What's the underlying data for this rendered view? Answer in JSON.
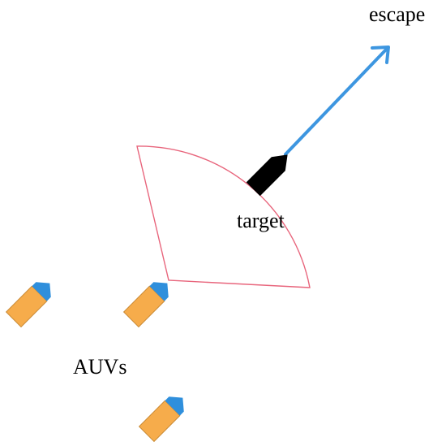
{
  "labels": {
    "escape": "escape",
    "target": "target",
    "auvs": "AUVs"
  },
  "colors": {
    "sector_outline": "#e8657c",
    "escape_arrow": "#3d96e0",
    "target_fill": "#000000",
    "auv_body": "#f6ac4b",
    "auv_body_edge": "#c98a35",
    "auv_nose": "#2f8fdc"
  },
  "icons": {
    "target": "ship-icon",
    "auv": "auv-icon",
    "escape": "arrow-icon"
  }
}
